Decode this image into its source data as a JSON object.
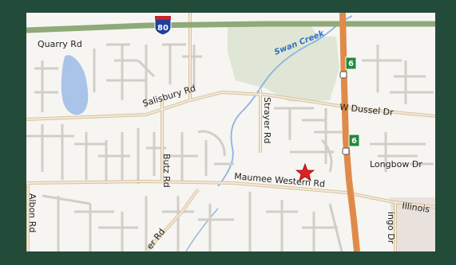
{
  "map": {
    "interstate_shield": "80",
    "route_shield_a": "6",
    "route_shield_b": "6",
    "labels": {
      "quarry": "Quarry Rd",
      "swan": "Swan Creek",
      "salisbury": "Salisbury Rd",
      "dussel": "W Dussel Dr",
      "strayer": "Strayer Rd",
      "butz": "Butz Rd",
      "maumee": "Maumee Western Rd",
      "longbow": "Longbow Dr",
      "illinois": "Illinois",
      "albon": "Albon Rd",
      "er_rd": "er Rd",
      "ingo": "ingo Dr"
    },
    "marker": "star-marker",
    "colors": {
      "frame": "#224b39",
      "land": "#f6f5f1",
      "park": "#dfe6d5",
      "water": "#a9c4e8",
      "interstate": "#8fa978",
      "highway": "#e08a4a",
      "arterial": "#d7c3a0",
      "local": "#c9c6c0",
      "marker": "#e02020"
    }
  }
}
